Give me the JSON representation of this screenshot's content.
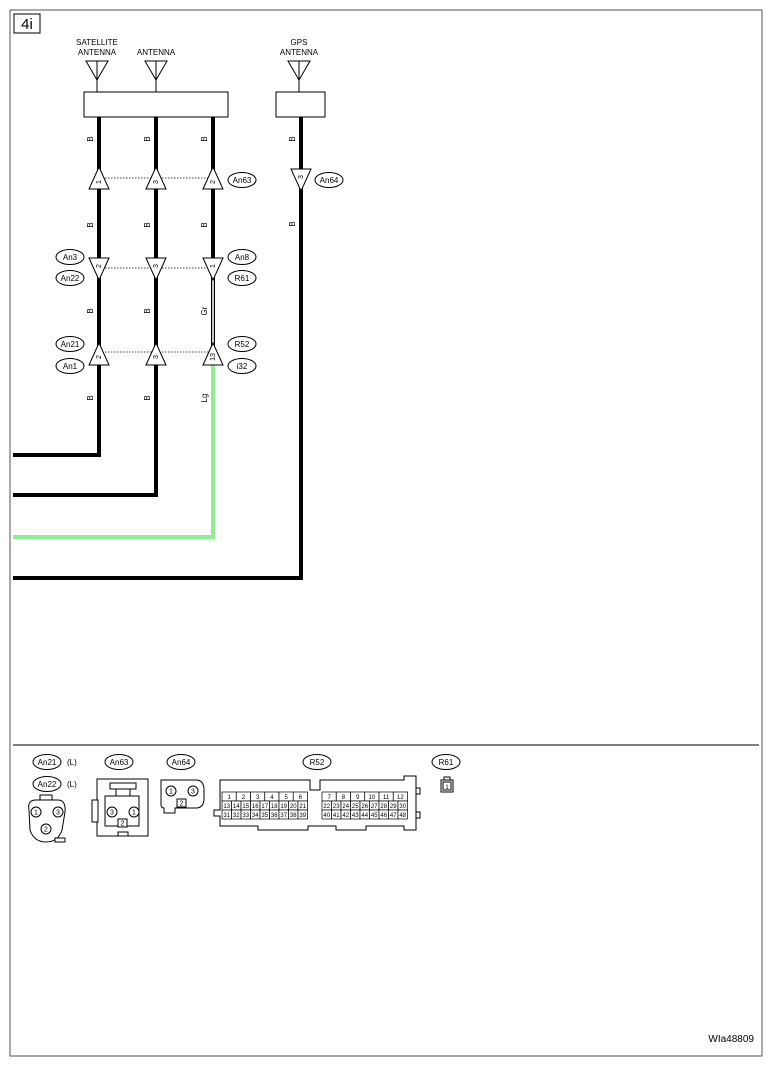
{
  "page_label": "4i",
  "figure_id": "WIa48809",
  "colors": {
    "wire_black": "#000000",
    "wire_gray": "#c8c8c8",
    "wire_light_green": "#90ee90",
    "border": "#555555"
  },
  "antennas": {
    "satellite": [
      "SATELLITE",
      "ANTENNA"
    ],
    "main": "ANTENNA",
    "gps": [
      "GPS",
      "ANTENNA"
    ]
  },
  "wire_codes": {
    "black": "B",
    "gray": "Gr",
    "light_green": "Lg"
  },
  "inline_connectors": {
    "an63": {
      "name": "An63",
      "pins": [
        "1",
        "3",
        "2"
      ]
    },
    "an64": {
      "name": "An64",
      "pin": "3"
    },
    "an3_an22": {
      "names": [
        "An3",
        "An22"
      ],
      "pins": [
        "2",
        "3"
      ]
    },
    "an8_r61": {
      "names": [
        "An8",
        "R61"
      ],
      "pin": "1"
    },
    "an21_an1": {
      "names": [
        "An21",
        "An1"
      ],
      "pins": [
        "2",
        "3"
      ]
    },
    "r52_i32": {
      "names": [
        "R52",
        "i32"
      ],
      "pin": "13"
    }
  },
  "connector_views": {
    "an21": {
      "name": "An21",
      "note": "(L)"
    },
    "an22": {
      "name": "An22",
      "note": "(L)"
    },
    "round_pins": [
      "1",
      "3",
      "2"
    ],
    "an63": {
      "name": "An63",
      "pins": [
        "3",
        "1",
        "2"
      ]
    },
    "an64": {
      "name": "An64",
      "pins": [
        "1",
        "3",
        "2"
      ]
    },
    "r52": {
      "name": "R52",
      "left_rows": [
        [
          "1",
          "2",
          "3",
          "4",
          "5",
          "6"
        ],
        [
          "13",
          "14",
          "15",
          "16",
          "17",
          "18",
          "19",
          "20",
          "21"
        ],
        [
          "31",
          "32",
          "33",
          "34",
          "35",
          "36",
          "37",
          "38",
          "39"
        ]
      ],
      "right_rows": [
        [
          "7",
          "8",
          "9",
          "10",
          "11",
          "12"
        ],
        [
          "22",
          "23",
          "24",
          "25",
          "26",
          "27",
          "28",
          "29",
          "30"
        ],
        [
          "40",
          "41",
          "42",
          "43",
          "44",
          "45",
          "46",
          "47",
          "48"
        ]
      ]
    },
    "r61": {
      "name": "R61",
      "pin": "1"
    }
  }
}
